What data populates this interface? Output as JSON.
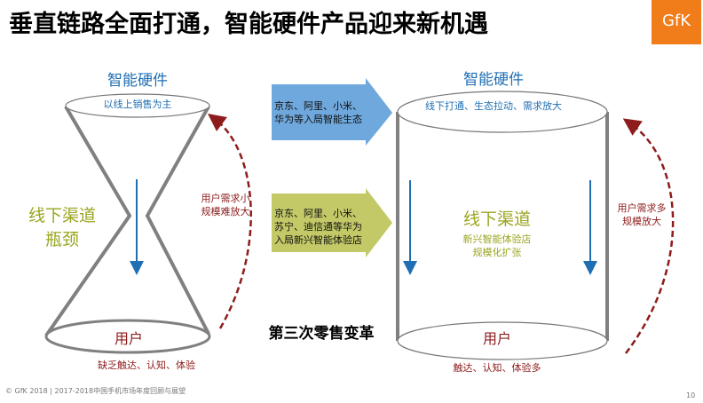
{
  "title": "垂直链路全面打通，智能硬件产品迎来新机遇",
  "logo": "GfK",
  "colors": {
    "blue": "#1f6fb4",
    "olive": "#9aa520",
    "red": "#8e1c1c",
    "orange": "#f07d1a",
    "blue_arrow": "#6fa8dc",
    "green_arrow": "#c3c967"
  },
  "left": {
    "top_label": "智能硬件",
    "top_desc": "以线上销售为主",
    "mid_label_1": "线下渠道",
    "mid_label_2": "瓶颈",
    "bottom_label": "用户",
    "bottom_desc": "缺乏触达、认知、体验",
    "loop_1": "用户需求小",
    "loop_2": "规模难放大"
  },
  "arrows": {
    "blue_1": "京东、阿里、小米、",
    "blue_2": "华为等入局智能生态",
    "green_1": "京东、阿里、小米、",
    "green_2": "苏宁、迪信通等华为",
    "green_3": "入局新兴智能体验店"
  },
  "center_label": "第三次零售变革",
  "right": {
    "top_label": "智能硬件",
    "top_desc": "线下打通、生态拉动、需求放大",
    "mid_label": "线下渠道",
    "mid_desc_1": "新兴智能体验店",
    "mid_desc_2": "规模化扩张",
    "bottom_label": "用户",
    "bottom_desc": "触达、认知、体验多",
    "loop_1": "用户需求多",
    "loop_2": "规模放大"
  },
  "footer": "© GfK 2018 | 2017-2018中国手机市场年度回顾与展望",
  "page_number": "10"
}
